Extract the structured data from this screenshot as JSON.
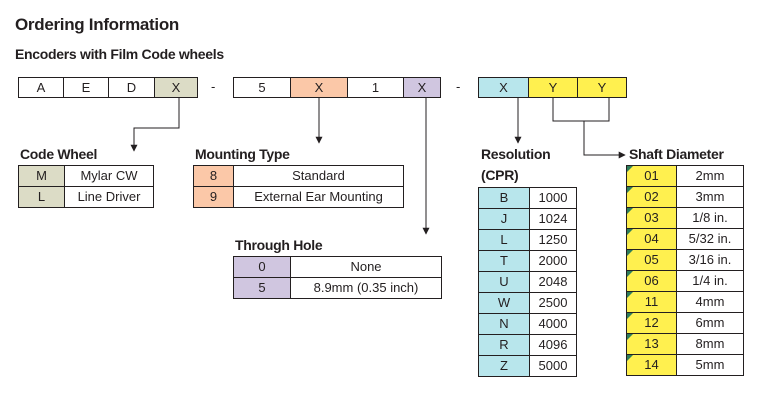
{
  "title": "Ordering Information",
  "subtitle": "Encoders with Film Code wheels",
  "colors": {
    "code_wheel": "#dcdcc6",
    "mounting": "#fbc8a8",
    "through_hole": "#d0c6e0",
    "resolution": "#b8e6ec",
    "shaft": "#fff04f",
    "corner_mark": "#2e7d5b"
  },
  "part_code": {
    "boxes": [
      "A",
      "E",
      "D",
      "X",
      "5",
      "X",
      "1",
      "X",
      "X",
      "Y",
      "Y"
    ],
    "separator": "-"
  },
  "code_wheel": {
    "title": "Code Wheel",
    "rows": [
      {
        "code": "M",
        "desc": "Mylar CW"
      },
      {
        "code": "L",
        "desc": "Line Driver"
      }
    ]
  },
  "mounting_type": {
    "title": "Mounting Type",
    "rows": [
      {
        "code": "8",
        "desc": "Standard"
      },
      {
        "code": "9",
        "desc": "External Ear Mounting"
      }
    ]
  },
  "through_hole": {
    "title": "Through Hole",
    "rows": [
      {
        "code": "0",
        "desc": "None"
      },
      {
        "code": "5",
        "desc": "8.9mm (0.35 inch)"
      }
    ]
  },
  "resolution": {
    "title": "Resolution",
    "title2": "(CPR)",
    "rows": [
      {
        "code": "B",
        "value": "1000"
      },
      {
        "code": "J",
        "value": "1024"
      },
      {
        "code": "L",
        "value": "1250"
      },
      {
        "code": "T",
        "value": "2000"
      },
      {
        "code": "U",
        "value": "2048"
      },
      {
        "code": "W",
        "value": "2500"
      },
      {
        "code": "N",
        "value": "4000"
      },
      {
        "code": "R",
        "value": "4096"
      },
      {
        "code": "Z",
        "value": "5000"
      }
    ]
  },
  "shaft_diameter": {
    "title": "Shaft Diameter",
    "rows": [
      {
        "code": "01",
        "value": "2mm"
      },
      {
        "code": "02",
        "value": "3mm"
      },
      {
        "code": "03",
        "value": "1/8 in."
      },
      {
        "code": "04",
        "value": "5/32 in."
      },
      {
        "code": "05",
        "value": "3/16 in."
      },
      {
        "code": "06",
        "value": "1/4 in."
      },
      {
        "code": "11",
        "value": "4mm"
      },
      {
        "code": "12",
        "value": "6mm"
      },
      {
        "code": "13",
        "value": "8mm"
      },
      {
        "code": "14",
        "value": "5mm"
      }
    ]
  }
}
